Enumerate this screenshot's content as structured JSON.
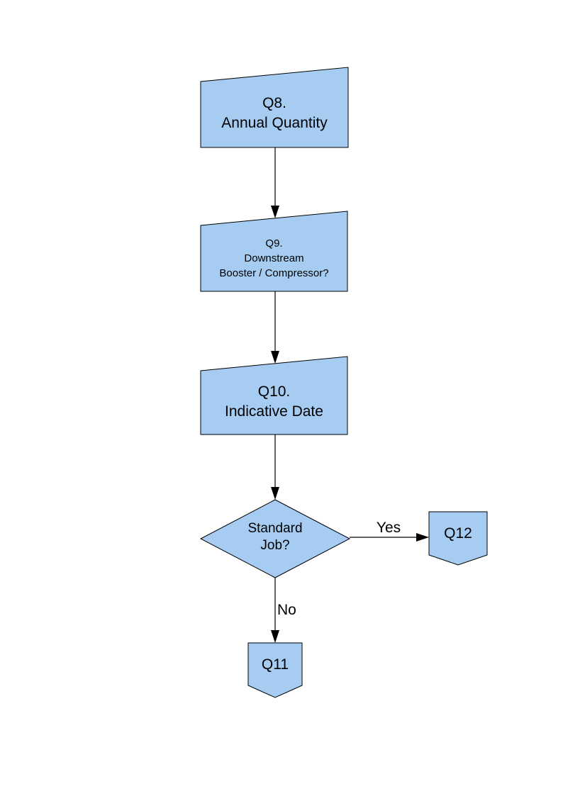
{
  "colors": {
    "background": "#FFFFFF",
    "node_fill": "#A6CCF2",
    "node_border": "#000000",
    "line": "#000000",
    "text": "#000000"
  },
  "nodes": {
    "q8": {
      "shape": "manual-input",
      "lines": [
        "Q8.",
        "Annual Quantity"
      ]
    },
    "q9": {
      "shape": "manual-input",
      "lines": [
        "Q9.",
        "Downstream",
        "Booster / Compressor?"
      ]
    },
    "q10": {
      "shape": "manual-input",
      "lines": [
        "Q10.",
        "Indicative Date"
      ]
    },
    "standard_job": {
      "shape": "decision",
      "lines": [
        "Standard",
        "Job?"
      ]
    },
    "q12": {
      "shape": "off-page-connector",
      "label": "Q12"
    },
    "q11": {
      "shape": "off-page-connector",
      "label": "Q11"
    }
  },
  "edges": {
    "q8_to_q9": {
      "from": "q8",
      "to": "q9",
      "label": ""
    },
    "q9_to_q10": {
      "from": "q9",
      "to": "q10",
      "label": ""
    },
    "q10_to_standard_job": {
      "from": "q10",
      "to": "standard_job",
      "label": ""
    },
    "standard_job_to_q12": {
      "from": "standard_job",
      "to": "q12",
      "label": "Yes"
    },
    "standard_job_to_q11": {
      "from": "standard_job",
      "to": "q11",
      "label": "No"
    }
  }
}
